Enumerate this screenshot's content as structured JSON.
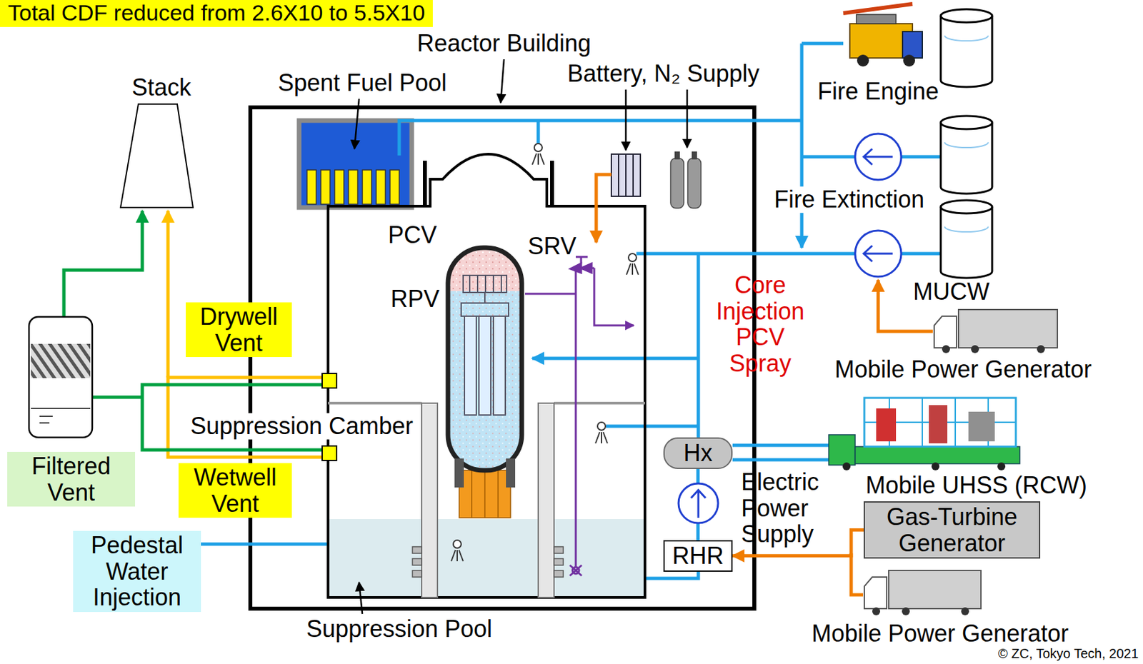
{
  "diagram": {
    "title": "Total CDF reduced from 2.6X10 to 5.5X10",
    "nodes": [
      {
        "text": [
          "Drywell Vent"
        ]
      },
      {
        "text": [
          "Wetwell Vent"
        ]
      },
      {
        "text": [
          "Filtered Vent"
        ]
      },
      {
        "text": [
          "Pedestal Water Injection"
        ]
      },
      {
        "text": [
          "Hx"
        ]
      },
      {
        "text": [
          "RHR"
        ]
      },
      {
        "text": [
          "Gas-Turbine Generator"
        ]
      }
    ],
    "edges": [
      {
        "from": 6,
        "to": 5,
        "arrow": "to"
      },
      {
        "from": 5,
        "to": 4,
        "arrow": "none"
      }
    ],
    "labels": [
      "Reactor Building",
      "Stack",
      "Spent Fuel Pool",
      "Battery, N₂ Supply",
      "Fire Engine",
      "PCV",
      "SRV",
      "RPV",
      "Fire Extinction",
      "MUCW",
      "Core Injection PCV Spray",
      "Mobile Power Generator",
      "Suppression Camber",
      "Mobile UHSS (RCW)",
      "Electric Power Supply",
      "Mobile Power Generator",
      "Suppression Pool",
      "© ZC, Tokyo Tech, 2021"
    ]
  }
}
